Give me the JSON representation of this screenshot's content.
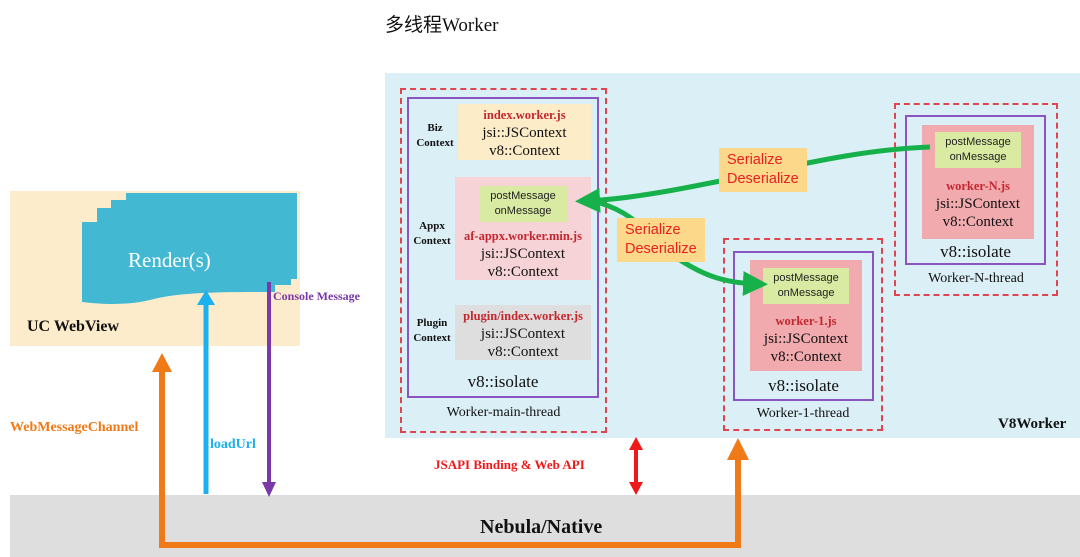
{
  "title": "多线程Worker",
  "webview": {
    "label": "UC WebView",
    "render_label": "Render(s)"
  },
  "v8worker": {
    "label": "V8Worker",
    "main_thread": {
      "label": "Worker-main-thread",
      "isolate": "v8::isolate",
      "contexts": [
        {
          "name_line1": "Biz",
          "name_line2": "Context",
          "file": "index.worker.js",
          "line1": "jsi::JSContext",
          "line2": "v8::Context"
        },
        {
          "name_line1": "Appx",
          "name_line2": "Context",
          "file": "af-appx.worker.min.js",
          "line1": "jsi::JSContext",
          "line2": "v8::Context",
          "msg1": "postMessage",
          "msg2": "onMessage"
        },
        {
          "name_line1": "Plugin",
          "name_line2": "Context",
          "file": "plugin/index.worker.js",
          "line1": "jsi::JSContext",
          "line2": "v8::Context"
        }
      ]
    },
    "worker1": {
      "label": "Worker-1-thread",
      "isolate": "v8::isolate",
      "file": "worker-1.js",
      "line1": "jsi::JSContext",
      "line2": "v8::Context",
      "msg1": "postMessage",
      "msg2": "onMessage"
    },
    "workerN": {
      "label": "Worker-N-thread",
      "isolate": "v8::isolate",
      "file": "worker-N.js",
      "line1": "jsi::JSContext",
      "line2": "v8::Context",
      "msg1": "postMessage",
      "msg2": "onMessage"
    },
    "serialize_top": {
      "line1": "Serialize",
      "line2": "Deserialize"
    },
    "serialize_mid": {
      "line1": "Serialize",
      "line2": "Deserialize"
    }
  },
  "arrows": {
    "web_message_channel": "WebMessageChannel",
    "load_url": "loadUrl",
    "console_message": "Console Message",
    "jsapi": "JSAPI Binding & Web API"
  },
  "native": {
    "label": "Nebula/Native"
  },
  "colors": {
    "orange": "#f07a17",
    "blue": "#1bb0ee",
    "purple": "#7a38a8",
    "green": "#17b14b",
    "red": "#f01919",
    "render": "#42b8d2"
  }
}
